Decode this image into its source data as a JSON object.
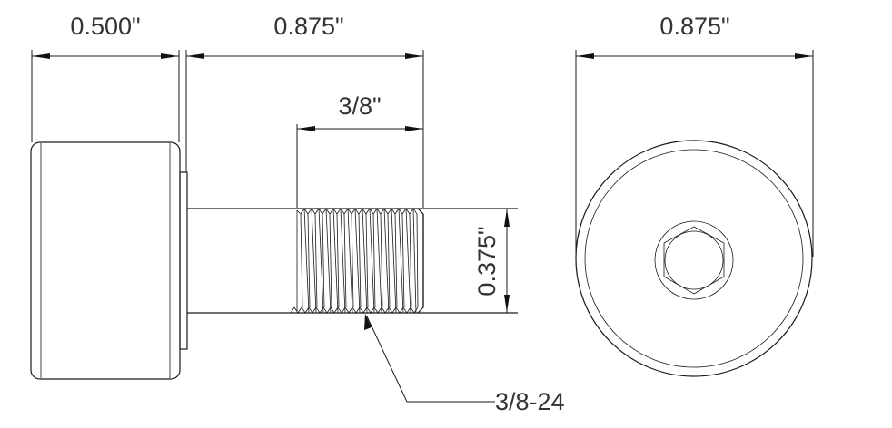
{
  "drawing": {
    "subject": "cam follower side and end view",
    "line_color": "#1a1a1a",
    "text_color": "#333333"
  },
  "dimensions": {
    "roller_width": "0.500\"",
    "stud_length": "0.875\"",
    "thread_length": "3/8\"",
    "stud_diameter": "0.375\"",
    "roller_diameter": "0.875\""
  },
  "callouts": {
    "thread_spec": "3/8-24"
  }
}
